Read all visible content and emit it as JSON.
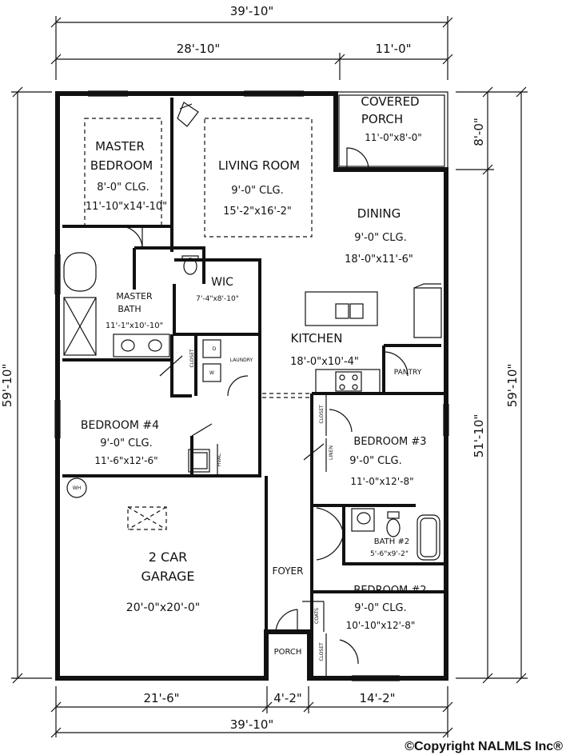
{
  "dimensions": {
    "top_overall": "39'-10\"",
    "top_left": "28'-10\"",
    "top_right": "11'-0\"",
    "left_overall": "59'-10\"",
    "right_overall": "59'-10\"",
    "right_porch": "8'-0\"",
    "right_lower": "51'-10\"",
    "bottom_left": "21'-6\"",
    "bottom_middle": "4'-2\"",
    "bottom_right": "14'-2\"",
    "bottom_overall": "39'-10\""
  },
  "rooms": {
    "covered_porch": {
      "line1": "COVERED",
      "line2": "PORCH",
      "size": "11'-0\"x8'-0\""
    },
    "master_bedroom": {
      "line1": "MASTER",
      "line2": "BEDROOM",
      "ceiling": "8'-0\" CLG.",
      "size": "11'-10\"x14'-10\""
    },
    "living_room": {
      "name": "LIVING ROOM",
      "ceiling": "9'-0\" CLG.",
      "size": "15'-2\"x16'-2\""
    },
    "dining": {
      "name": "DINING",
      "ceiling": "9'-0\" CLG.",
      "size": "18'-0\"x11'-6\""
    },
    "wic": {
      "name": "WIC",
      "size": "7'-4\"x8'-10\""
    },
    "master_bath": {
      "line1": "MASTER",
      "line2": "BATH",
      "size": "11'-1\"x10'-10\""
    },
    "kitchen": {
      "name": "KITCHEN",
      "size": "18'-0\"x10'-4\""
    },
    "laundry": {
      "name": "LAUNDRY"
    },
    "pantry": {
      "name": "PANTRY"
    },
    "bedroom_4": {
      "name": "BEDROOM #4",
      "ceiling": "9'-0\" CLG.",
      "size": "11'-6\"x12'-6\""
    },
    "bedroom_3": {
      "name": "BEDROOM #3",
      "ceiling": "9'-0\" CLG.",
      "size": "11'-0\"x12'-8\""
    },
    "bath_2": {
      "name": "BATH #2",
      "size": "5'-6\"x9'-2\""
    },
    "bedroom_2": {
      "name": "BEDROOM #2",
      "ceiling": "9'-0\" CLG.",
      "size": "10'-10\"x12'-8\""
    },
    "garage": {
      "line1": "2 CAR",
      "line2": "GARAGE",
      "size": "20'-0\"x20'-0\""
    },
    "foyer": {
      "name": "FOYER"
    },
    "porch": {
      "name": "PORCH"
    }
  },
  "small_labels": {
    "closet": "CLOSET",
    "linen": "LINEN",
    "coats": "COATS",
    "hvac": "HVAC",
    "wh": "WH",
    "washer": "W",
    "dryer": "D"
  },
  "copyright": "©Copyright NALMLS Inc®"
}
